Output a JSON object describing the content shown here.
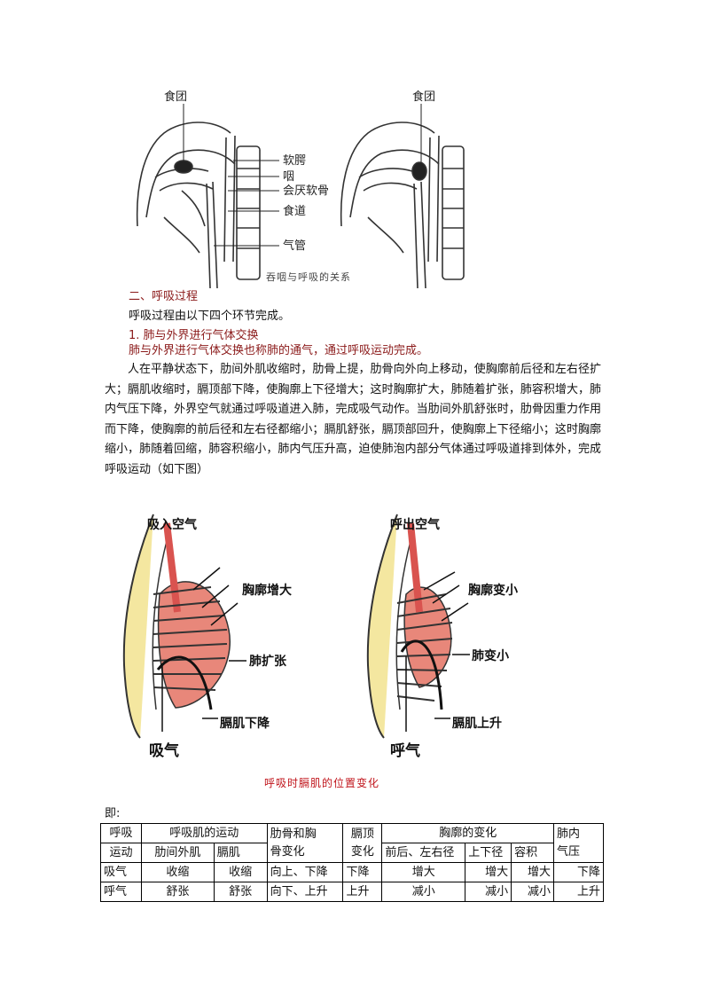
{
  "figure1": {
    "labels": [
      "食团",
      "软腭",
      "咽",
      "会厌软骨",
      "食道",
      "气管",
      "食团"
    ],
    "caption": "吞咽与呼吸的关系"
  },
  "section": {
    "heading": "二、呼吸过程",
    "intro": "呼吸过程由以下四个环节完成。",
    "sub_heading": "1. 肺与外界进行气体交换",
    "sub_intro": "肺与外界进行气体交换也称肺的通气，通过呼吸运动完成。",
    "paragraph": "人在平静状态下，肋间外肌收缩时，肋骨上提，肋骨向外向上移动，使胸廓前后径和左右径扩大；膈肌收缩时，膈顶部下降，使胸廓上下径增大；这时胸廓扩大，肺随着扩张，肺容积增大，肺内气压下降，外界空气就通过呼吸道进入肺，完成吸气动作。当肋间外肌舒张时，肋骨因重力作用而下降，使胸廓的前后径和左右径都缩小；膈肌舒张，膈顶部回升，使胸廓上下径缩小；这时胸廓缩小，肺随着回缩，肺容积缩小，肺内气压升高，迫使肺泡内部分气体通过呼吸道排到体外，完成呼吸运动（如下图）"
  },
  "figure2": {
    "left": {
      "top": "吸入空气",
      "a": "胸廓增大",
      "b": "肺扩张",
      "c": "膈肌下降",
      "bottom": "吸气"
    },
    "right": {
      "top": "呼出空气",
      "a": "胸廓变小",
      "b": "肺变小",
      "c": "膈肌上升",
      "bottom": "呼气"
    },
    "caption": "呼吸时膈肌的位置变化"
  },
  "ji": "即:",
  "table": {
    "h_col1": "呼吸运动",
    "h_col1a": "呼吸",
    "h_col1b": "运动",
    "h_muscle": "呼吸肌的运动",
    "h_intercostal": "肋间外肌",
    "h_diaphragm": "膈肌",
    "h_rib_a": "肋骨和胸",
    "h_rib_b": "骨变化",
    "h_dome_a": "膈顶",
    "h_dome_b": "变化",
    "h_chest": "胸廓的变化",
    "h_fb": "前后、左右径",
    "h_ud": "上下径",
    "h_vol": "容积",
    "h_press_a": "肺内",
    "h_press_b": "气压",
    "rows": [
      {
        "name": "吸气",
        "intercostal": "收缩",
        "diaphragm": "收缩",
        "rib": "向上、下降",
        "dome": "下降",
        "fb": "增大",
        "ud": "增大",
        "vol": "增大",
        "press": "下降"
      },
      {
        "name": "呼气",
        "intercostal": "舒张",
        "diaphragm": "舒张",
        "rib": "向下、上升",
        "dome": "上升",
        "fb": "减小",
        "ud": "减小",
        "vol": "减小",
        "press": "上升"
      }
    ]
  }
}
